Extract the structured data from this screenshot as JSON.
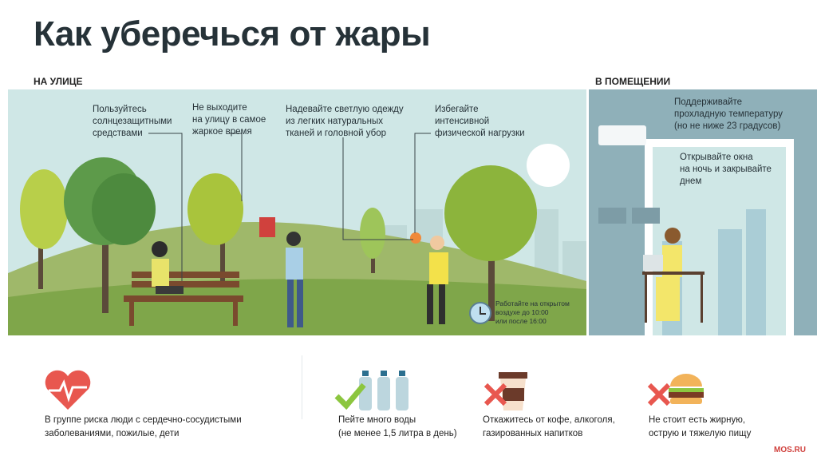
{
  "title": "Как уберечься от жары",
  "sections": {
    "outdoor": "НА УЛИЦЕ",
    "indoor": "В ПОМЕЩЕНИИ"
  },
  "outdoor_tips": [
    {
      "lines": [
        "Пользуйтесь",
        "солнцезащитными",
        "средствами"
      ]
    },
    {
      "lines": [
        "Не выходите",
        "на улицу в самое",
        "жаркое время"
      ]
    },
    {
      "lines": [
        "Надевайте светлую одежду",
        "из легких натуральных",
        "тканей и головной убор"
      ]
    },
    {
      "lines": [
        "Избегайте",
        "интенсивной",
        "физической нагрузки"
      ]
    }
  ],
  "clock_note": {
    "lines": [
      "Работайте на открытом",
      "воздухе до 10:00",
      "или после 16:00"
    ]
  },
  "indoor_tips": [
    {
      "lines": [
        "Поддерживайте",
        "прохладную температуру",
        "(но не ниже 23 градусов)"
      ]
    },
    {
      "lines": [
        "Открывайте окна",
        "на ночь и закрывайте",
        "днем"
      ]
    }
  ],
  "bottom": [
    {
      "icon": "heart-pulse-icon",
      "lines": [
        "В группе риска люди с сердечно-сосудистыми",
        "заболеваниями, пожилые, дети"
      ]
    },
    {
      "icon": "water-bottles-check-icon",
      "lines": [
        "Пейте много воды",
        "(не менее 1,5 литра в день)"
      ]
    },
    {
      "icon": "coffee-cross-icon",
      "lines": [
        "Откажитесь от кофе, алкоголя,",
        "газированных напитков"
      ]
    },
    {
      "icon": "burger-cross-icon",
      "lines": [
        "Не стоит есть жирную,",
        "острую и тяжелую пищу"
      ]
    }
  ],
  "source": "MOS.RU",
  "colors": {
    "accent": "#e8574f",
    "check": "#8cc63f",
    "sky": "#cfe7e6",
    "indoor": "#8fb0b9"
  }
}
